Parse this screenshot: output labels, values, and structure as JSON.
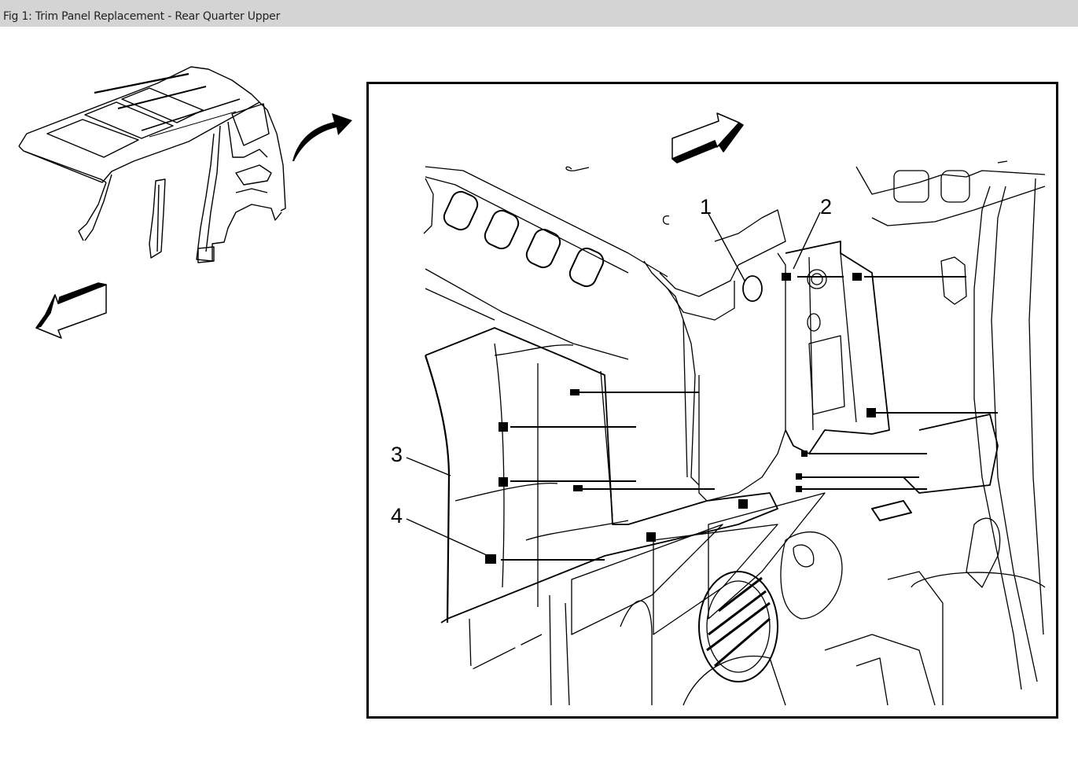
{
  "header": {
    "title": "Fig 1: Trim Panel Replacement - Rear Quarter Upper"
  },
  "overview": {
    "description": "Vehicle body roof and side structure overview",
    "arrows": [
      "curved-arrow-to-detail",
      "front-direction-arrow"
    ]
  },
  "detail": {
    "callouts": [
      {
        "id": "1",
        "label": "1"
      },
      {
        "id": "2",
        "label": "2"
      },
      {
        "id": "3",
        "label": "3"
      },
      {
        "id": "4",
        "label": "4"
      }
    ],
    "arrows": [
      "rear-direction-arrow"
    ]
  },
  "colors": {
    "titlebar_bg": "#d4d4d4",
    "line": "#000000",
    "background": "#ffffff"
  }
}
